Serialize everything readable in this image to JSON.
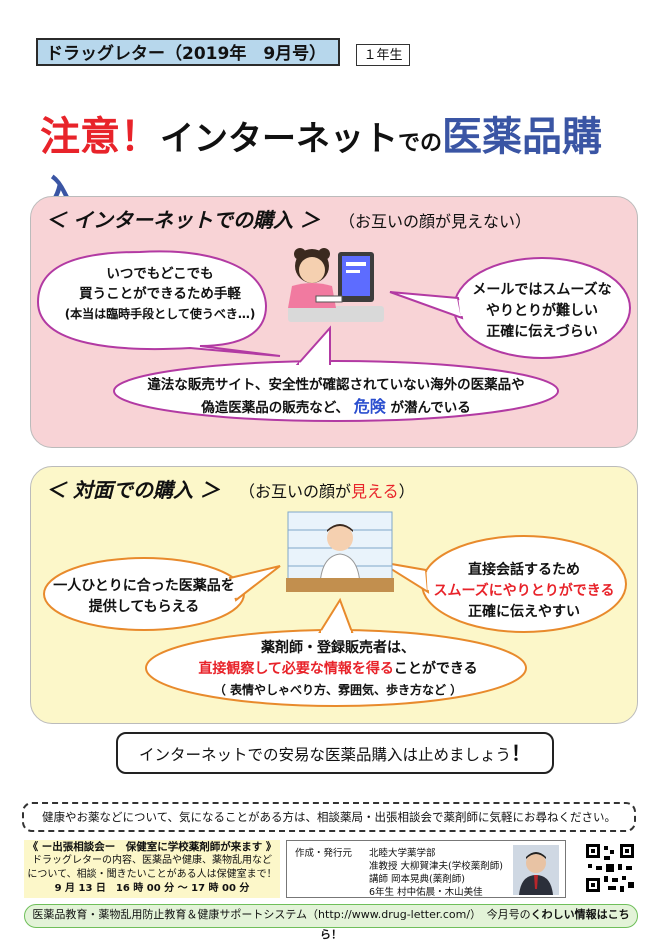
{
  "header": {
    "issue": "ドラッグレター（2019年　9月号）",
    "grade": "１年生"
  },
  "main_title": {
    "part1": "注意！",
    "part2": "インターネット",
    "part3": "での",
    "part4": "医薬品購入"
  },
  "online": {
    "title": "＜ インターネットでの購入 ＞",
    "subtitle": "（お互いの顔が見えない）",
    "left_bubble": {
      "line1": "いつでもどこでも",
      "line2": "買うことができるため手軽",
      "line3": "(本当は臨時手段として使うべき…)"
    },
    "right_bubble": {
      "line1": "メールではスムーズな",
      "line2": "やりとりが難しい",
      "line3": "正確に伝えづらい"
    },
    "bottom_bubble": {
      "line1": "違法な販売サイト、安全性が確認されていない海外の医薬品や",
      "line2a": "偽造医薬品の販売など、",
      "line2b": "危険",
      "line2c": "が潜んでいる"
    }
  },
  "inperson": {
    "title": "＜ 対面での購入 ＞",
    "subtitle_a": "（お互いの顔が",
    "subtitle_b": "見える",
    "subtitle_c": "）",
    "left_bubble": {
      "line1": "一人ひとりに合った医薬品を",
      "line2": "提供してもらえる"
    },
    "right_bubble": {
      "line1": "直接会話するため",
      "line2": "スムーズにやりとりができる",
      "line3": "正確に伝えやすい"
    },
    "bottom_bubble": {
      "line1": "薬剤師・登録販売者は、",
      "line2a": "直接観察して必要な情報を得る",
      "line2b": "ことができる",
      "line3": "（ 表情やしゃべり方、雰囲気、歩き方など ）"
    }
  },
  "notice": {
    "text": "インターネットでの安易な医薬品購入は止めましょう",
    "mark": "！"
  },
  "dashed_note": "健康やお薬などについて、気になることがある方は、相談薬局・出張相談会で薬剤師に気軽にお尋ねください。",
  "consult": {
    "heading": "《 ー出張相談会ー　保健室に学校薬剤師が来ます 》",
    "line1": "ドラッグレターの内容、医薬品や健康、薬物乱用など",
    "line2": "について、相談・聞きたいことがある人は保健室まで！",
    "line3": "9 月 13 日　16 時 00 分 ～ 17 時 00 分"
  },
  "publisher": {
    "label": "作成・発行元",
    "org": "北睦大学薬学部",
    "p1": "准教授 大柳賀津夫(学校薬剤師)",
    "p2": "講師 岡本晃典(薬剤師)",
    "p3": "6年生 村中佑晨・木山美佳"
  },
  "footer": {
    "text": "医薬品教育・薬物乱用防止教育＆健康サポートシステム（http://www.drug-letter.com/）　今月号の",
    "link": "くわしい情報はこちら！"
  },
  "colors": {
    "accent_red": "#e8232a",
    "accent_blue": "#2b4fcf",
    "online_bg": "#f8d3d6",
    "inperson_bg": "#fcf7c9"
  }
}
